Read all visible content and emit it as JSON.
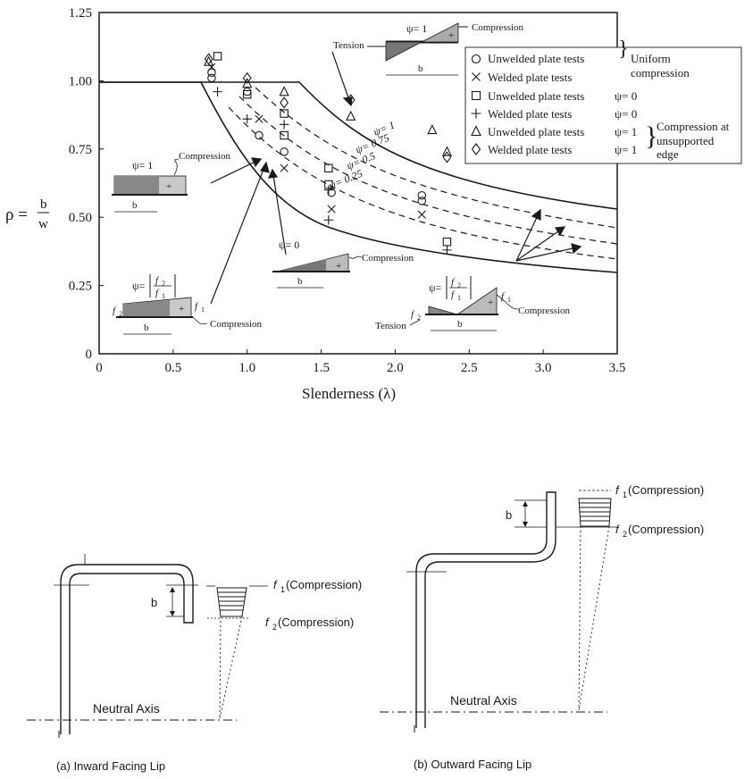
{
  "chart_data": {
    "type": "line",
    "title": "",
    "xlabel": "Slenderness (λ)",
    "ylabel_main": "ρ =",
    "ylabel_num": "b",
    "ylabel_den": "w",
    "xlim": [
      0,
      3.5
    ],
    "ylim": [
      0,
      1.25
    ],
    "xticks": [
      "0",
      "0.5",
      "1.0",
      "1.5",
      "2.0",
      "2.5",
      "3.0",
      "3.5"
    ],
    "xtick_values": [
      0,
      0.5,
      1.0,
      1.5,
      2.0,
      2.5,
      3.0,
      3.5
    ],
    "yticks": [
      "0",
      "0.25",
      "0.50",
      "0.75",
      "1.00",
      "1.25"
    ],
    "ytick_values": [
      0,
      0.25,
      0.5,
      0.75,
      1.0,
      1.25
    ],
    "grid": false,
    "curve_labels": [
      "ψ= 1",
      "ψ= 0.75",
      "ψ= 0.5",
      "ψ= 0.25"
    ],
    "points": [
      {
        "marker": "circle",
        "x": 0.76,
        "y": 1.03
      },
      {
        "marker": "circle",
        "x": 0.76,
        "y": 1.01
      },
      {
        "marker": "circle",
        "x": 1.0,
        "y": 0.96
      },
      {
        "marker": "circle",
        "x": 1.08,
        "y": 0.8
      },
      {
        "marker": "circle",
        "x": 1.25,
        "y": 0.74
      },
      {
        "marker": "circle",
        "x": 1.57,
        "y": 0.59
      },
      {
        "marker": "circle",
        "x": 2.18,
        "y": 0.58
      },
      {
        "marker": "circle",
        "x": 2.18,
        "y": 0.56
      },
      {
        "marker": "cross",
        "x": 0.76,
        "y": 1.05
      },
      {
        "marker": "cross",
        "x": 1.08,
        "y": 0.86
      },
      {
        "marker": "cross",
        "x": 1.25,
        "y": 0.68
      },
      {
        "marker": "cross",
        "x": 1.57,
        "y": 0.53
      },
      {
        "marker": "cross",
        "x": 2.18,
        "y": 0.51
      },
      {
        "marker": "square",
        "x": 0.8,
        "y": 1.09
      },
      {
        "marker": "square",
        "x": 1.0,
        "y": 0.95
      },
      {
        "marker": "square",
        "x": 1.25,
        "y": 0.88
      },
      {
        "marker": "square",
        "x": 1.25,
        "y": 0.8
      },
      {
        "marker": "square",
        "x": 1.55,
        "y": 0.68
      },
      {
        "marker": "square",
        "x": 1.55,
        "y": 0.62
      },
      {
        "marker": "square",
        "x": 2.35,
        "y": 0.41
      },
      {
        "marker": "plus",
        "x": 0.8,
        "y": 0.96
      },
      {
        "marker": "plus",
        "x": 1.0,
        "y": 0.86
      },
      {
        "marker": "plus",
        "x": 1.25,
        "y": 0.84
      },
      {
        "marker": "plus",
        "x": 1.55,
        "y": 0.6
      },
      {
        "marker": "plus",
        "x": 1.55,
        "y": 0.49
      },
      {
        "marker": "plus",
        "x": 2.35,
        "y": 0.38
      },
      {
        "marker": "triangle",
        "x": 0.74,
        "y": 1.07
      },
      {
        "marker": "triangle",
        "x": 1.0,
        "y": 0.99
      },
      {
        "marker": "triangle",
        "x": 1.25,
        "y": 0.96
      },
      {
        "marker": "triangle",
        "x": 1.7,
        "y": 0.87
      },
      {
        "marker": "triangle",
        "x": 2.25,
        "y": 0.82
      },
      {
        "marker": "triangle",
        "x": 2.35,
        "y": 0.74
      },
      {
        "marker": "diamond",
        "x": 0.74,
        "y": 1.08
      },
      {
        "marker": "diamond",
        "x": 1.0,
        "y": 1.01
      },
      {
        "marker": "diamond",
        "x": 1.25,
        "y": 0.92
      },
      {
        "marker": "diamond",
        "x": 1.7,
        "y": 0.93
      },
      {
        "marker": "diamond",
        "x": 2.35,
        "y": 0.72
      }
    ]
  },
  "legend": {
    "rows": [
      {
        "marker": "circle",
        "label": "Unwelded plate tests",
        "psi": ""
      },
      {
        "marker": "cross",
        "label": "Welded plate tests",
        "psi": ""
      },
      {
        "marker": "square",
        "label": "Unwelded plate tests",
        "psi": "ψ= 0"
      },
      {
        "marker": "plus",
        "label": "Welded plate tests",
        "psi": "ψ= 0"
      },
      {
        "marker": "triangle",
        "label": "Unwelded plate tests",
        "psi": "ψ= 1"
      },
      {
        "marker": "diamond",
        "label": "Welded plate tests",
        "psi": "ψ= 1"
      }
    ],
    "group1": [
      "Uniform",
      "compression"
    ],
    "group2": [
      "Compression at",
      "unsupported",
      "edge"
    ]
  },
  "insets": {
    "top_psi": "ψ= 1",
    "top_compression": "Compression",
    "top_tension": "Tension",
    "b": "b",
    "left_psi": "ψ= 1",
    "left_compression": "Compression",
    "mid_psi": "ψ= 0",
    "mid_compression": "Compression",
    "ratio_psi": "ψ=",
    "ratio_f2": "f",
    "ratio_f1": "f",
    "ratio_sub2": "2",
    "ratio_sub1": "1",
    "left2_compression": "Compression",
    "right_compression": "Compression",
    "right_tension": "Tension",
    "plus": "+"
  },
  "lower": {
    "a_caption": "(a) Inward Facing Lip",
    "b_caption": "(b) Outward Facing Lip",
    "neutral_axis": "Neutral Axis",
    "f1": "f",
    "f1_sub": "1",
    "f1_text": "(Compression)",
    "f2": "f",
    "f2_sub": "2",
    "f2_text": "(Compression)",
    "b": "b"
  }
}
